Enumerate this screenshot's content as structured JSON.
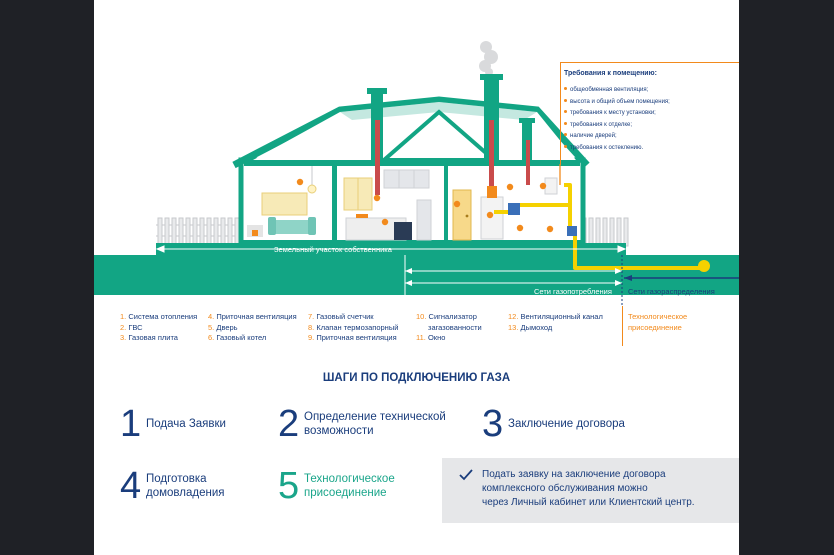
{
  "requirements": {
    "title": "Требования к помещению:",
    "items": [
      "общеобменная вентиляция;",
      "высота и общий объем помещения;",
      "требования к месту установки;",
      "требования к отделке;",
      "наличие дверей;",
      "требования к остеклению."
    ]
  },
  "labels": {
    "land_plot": "Земельный участок собственника",
    "consumption_network": "Сети газопотребления",
    "distribution_network": "Сети газораспределения"
  },
  "legend": {
    "col1": [
      {
        "num": "1.",
        "text": "Система отопления"
      },
      {
        "num": "2.",
        "text": "ГВС"
      },
      {
        "num": "3.",
        "text": "Газовая плита"
      }
    ],
    "col2": [
      {
        "num": "4.",
        "text": "Приточная вентиляция"
      },
      {
        "num": "5.",
        "text": "Дверь"
      },
      {
        "num": "6.",
        "text": "Газовый котел"
      }
    ],
    "col3": [
      {
        "num": "7.",
        "text": "Газовый счетчик"
      },
      {
        "num": "8.",
        "text": "Клапан термозапорный"
      },
      {
        "num": "9.",
        "text": "Приточная вентиляция"
      }
    ],
    "col4": [
      {
        "num": "10.",
        "text": "Сигнализатор"
      },
      {
        "num": "",
        "text": "загазованности"
      },
      {
        "num": "11.",
        "text": "Окно"
      }
    ],
    "col5": [
      {
        "num": "12.",
        "text": "Вентиляционный канал"
      },
      {
        "num": "13.",
        "text": "Дымоход"
      }
    ],
    "tech": [
      "Технологическое",
      "присоединение"
    ]
  },
  "steps": {
    "title": "ШАГИ ПО ПОДКЛЮЧЕНИЮ ГАЗА",
    "items": [
      {
        "num": "1",
        "lines": [
          "Подача Заявки"
        ]
      },
      {
        "num": "2",
        "lines": [
          "Определение технической",
          "возможности"
        ]
      },
      {
        "num": "3",
        "lines": [
          "Заключение договора"
        ]
      },
      {
        "num": "4",
        "lines": [
          "Подготовка",
          "домовладения"
        ]
      },
      {
        "num": "5",
        "lines": [
          "Технологическое",
          "присоединение"
        ]
      }
    ]
  },
  "note": {
    "lines": [
      "Подать заявку на заключение договора",
      "комплексного обслуживания можно",
      "через Личный кабинет или Клиентский центр."
    ]
  },
  "colors": {
    "navy": "#1a3d7c",
    "teal": "#1aa58a",
    "orange": "#f28a1c",
    "yellow": "#f5d100",
    "chimney": "#c94b4b"
  }
}
